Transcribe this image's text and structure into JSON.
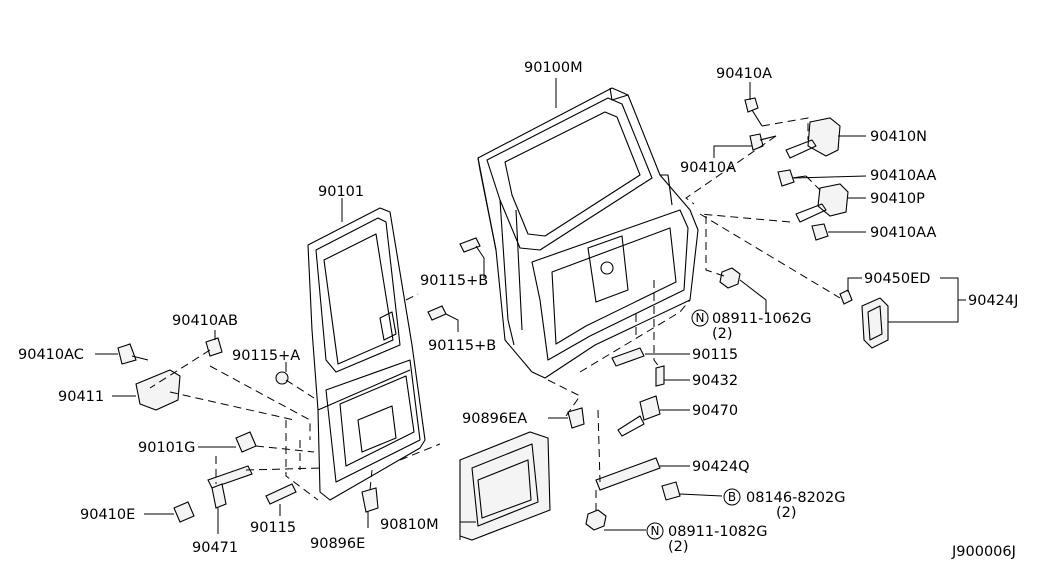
{
  "diagram_id": "J900006J",
  "callouts": {
    "p90100M": "90100M",
    "p90101": "90101",
    "p90410A_top": "90410A",
    "p90410A_mid": "90410A",
    "p90410N": "90410N",
    "p90410AA_top": "90410AA",
    "p90410P": "90410P",
    "p90410AA_bot": "90410AA",
    "p90450ED": "90450ED",
    "p90424J": "90424J",
    "p90115B_upper": "90115+B",
    "p90115B_lower": "90115+B",
    "p08911_1062G": "08911-1062G",
    "p08911_1062G_qty": "(2)",
    "p90410AB": "90410AB",
    "p90410AC": "90410AC",
    "p90115A": "90115+A",
    "p90115_right": "90115",
    "p90411": "90411",
    "p90432": "90432",
    "p90470": "90470",
    "p90896EA": "90896EA",
    "p90101G": "90101G",
    "p90424Q": "90424Q",
    "p08146_8202G": "08146-8202G",
    "p08146_8202G_qty": "(2)",
    "p90410E": "90410E",
    "p90115_left": "90115",
    "p90810M": "90810M",
    "p08911_1082G": "08911-1082G",
    "p08911_1082G_qty": "(2)",
    "p90471": "90471",
    "p90896E": "90896E"
  },
  "circled_prefixes": {
    "n_upper": "N",
    "b_mid": "B",
    "n_lower": "N"
  }
}
